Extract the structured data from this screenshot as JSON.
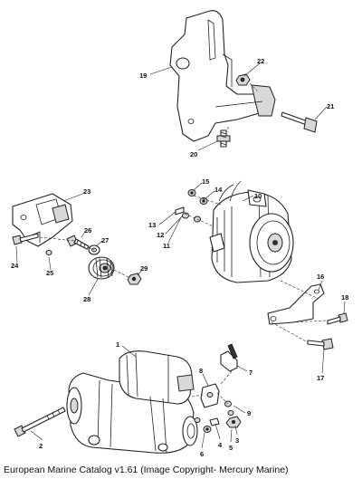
{
  "caption": "European Marine Catalog v1.61 (Image Copyright- Mercury Marine)",
  "callouts": {
    "c1": "1",
    "c2": "2",
    "c3": "3",
    "c4": "4",
    "c5": "5",
    "c6": "6",
    "c7": "7",
    "c8": "8",
    "c9": "9",
    "c10": "10",
    "c11": "11",
    "c12": "12",
    "c13": "13",
    "c14": "14",
    "c15": "15",
    "c16": "16",
    "c17": "17",
    "c18": "18",
    "c19": "19",
    "c20": "20",
    "c21": "21",
    "c22": "22",
    "c23": "23",
    "c24": "24",
    "c25": "25",
    "c26": "26",
    "c27": "27",
    "c28": "28",
    "c29": "29"
  }
}
